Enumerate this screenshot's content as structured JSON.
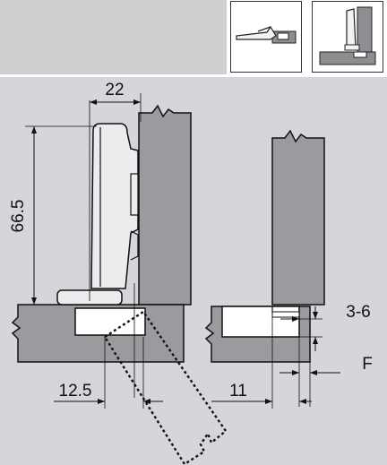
{
  "dimensions": {
    "width": "22",
    "height": "66.5",
    "offset_left": "12.5",
    "offset_right": "11",
    "range": "3-6",
    "clearance": "F"
  },
  "colors": {
    "panel_bg": "#d5d6da",
    "header_bg": "#cfcfd1",
    "material": "#9b9b9f",
    "hinge": "#ececee",
    "line": "#111111"
  },
  "icons": {
    "thumb1": "open-hinge-icon",
    "thumb2": "closed-hinge-icon"
  }
}
